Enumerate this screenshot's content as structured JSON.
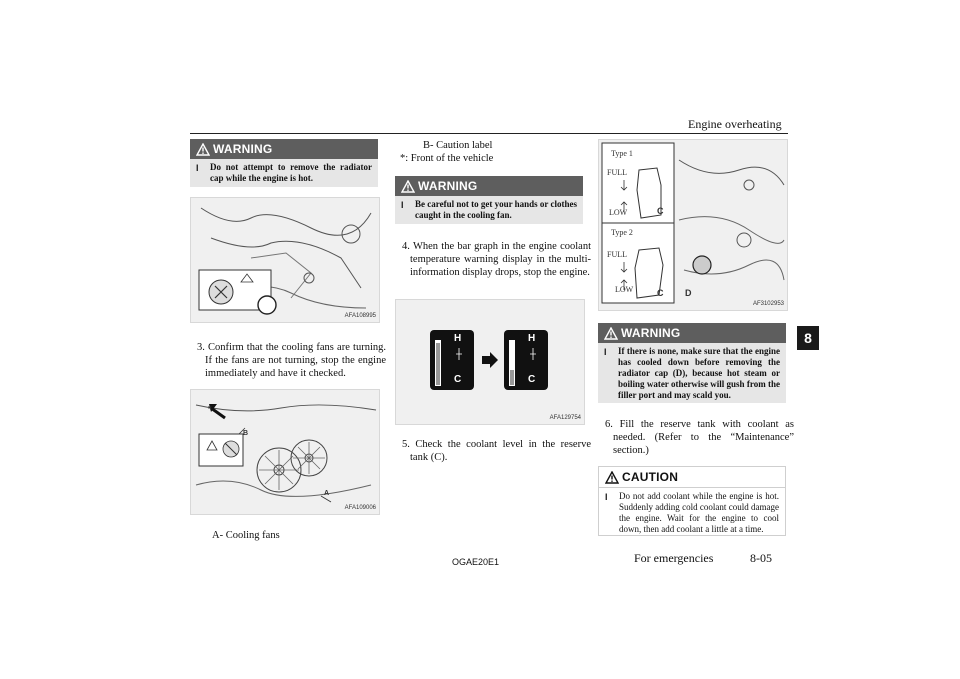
{
  "header": {
    "title": "Engine overheating",
    "chapter_tab": "8"
  },
  "footer": {
    "code": "OGAE20E1",
    "section": "For emergencies",
    "page": "8-05"
  },
  "col1": {
    "warning": {
      "heading": "WARNING",
      "bullet": "l",
      "text": "Do not attempt to remove the radiator cap while the engine is hot."
    },
    "fig1_id": "AFA108995",
    "step3": "3. Confirm that the cooling fans are turning. If the fans are not turning, stop the engine immediately and have it checked.",
    "fig2_id": "AFA109006",
    "fig2_labels": {
      "star": "*",
      "a": "A",
      "b": "B"
    },
    "caption_a": "A- Cooling fans"
  },
  "col2": {
    "caption_b": "B- Caution label",
    "caption_star": "*: Front of the vehicle",
    "warning": {
      "heading": "WARNING",
      "bullet": "l",
      "text": "Be careful not to get your hands or clothes caught in the cooling fan."
    },
    "step4": "4. When the bar graph in the engine coolant temperature warning display in the multi-information display drops, stop the engine.",
    "fig3_id": "AFA129754",
    "gauge": {
      "h": "H",
      "c": "C"
    },
    "step5": "5. Check the coolant level in the reserve tank (C)."
  },
  "col3": {
    "fig4": {
      "type1": "Type 1",
      "type2": "Type 2",
      "full": "FULL",
      "low": "LOW",
      "c": "C",
      "d": "D",
      "id": "AF3102953"
    },
    "warning": {
      "heading": "WARNING",
      "bullet": "l",
      "text": "If there is none, make sure that the engine has cooled down before removing the radiator cap (D), because hot steam or boiling water otherwise will gush from the filler port and may scald you."
    },
    "step6": "6. Fill the reserve tank with coolant as needed. (Refer to the “Maintenance” section.)",
    "caution": {
      "heading": "CAUTION",
      "bullet": "l",
      "text": "Do not add coolant while the engine is hot. Suddenly adding cold coolant could damage the engine. Wait for the engine to cool down, then add coolant a little at a time."
    }
  }
}
